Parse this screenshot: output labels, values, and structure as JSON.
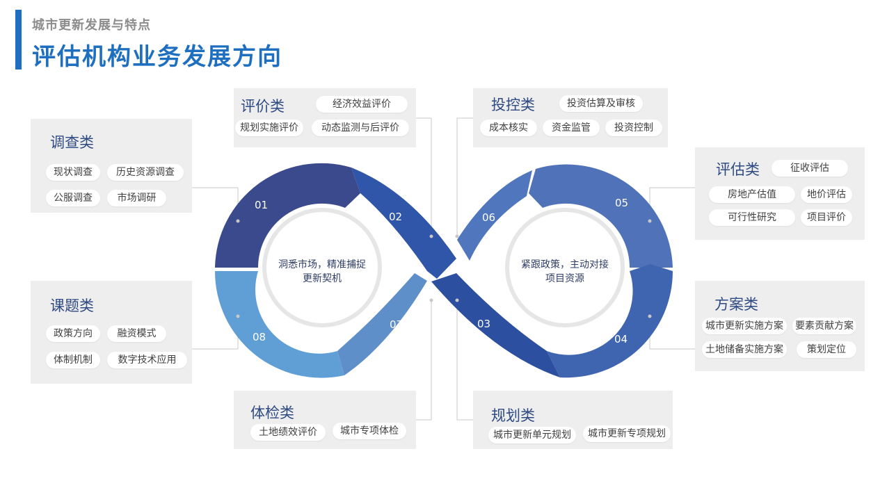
{
  "header": {
    "subtitle": "城市更新发展与特点",
    "title": "评估机构业务发展方向"
  },
  "colors": {
    "accent": "#1f6fc1",
    "dark_blue": "#3a4a8c",
    "mid_blue": "#2f56a8",
    "light_blue": "#5f9fd6",
    "box_bg": "#eeeeee"
  },
  "boxes": {
    "survey": {
      "title": "调查类",
      "items": [
        "现状调查",
        "历史资源调查",
        "公服调查",
        "市场调研"
      ]
    },
    "topic": {
      "title": "课题类",
      "items": [
        "政策方向",
        "融资模式",
        "体制机制",
        "数字技术应用"
      ]
    },
    "evaluation": {
      "title": "评价类",
      "items": [
        "经济效益评价",
        "规划实施评价",
        "动态监测与后评价"
      ]
    },
    "inspection": {
      "title": "体检类",
      "items": [
        "土地绩效评价",
        "城市专项体检"
      ]
    },
    "investment": {
      "title": "投控类",
      "items": [
        "投资估算及审核",
        "成本核实",
        "资金监管",
        "投资控制"
      ]
    },
    "planning": {
      "title": "规划类",
      "items": [
        "城市更新单元规划",
        "城市更新专项规划"
      ]
    },
    "assessment": {
      "title": "评估类",
      "items": [
        "征收评估",
        "房地产估值",
        "地价评估",
        "可行性研究",
        "项目评价"
      ]
    },
    "scheme": {
      "title": "方案类",
      "items": [
        "城市更新实施方案",
        "要素贡献方案",
        "土地储备实施方案",
        "策划定位"
      ]
    }
  },
  "infinity": {
    "left_center": [
      "洞悉市场，精准捕捉",
      "更新契机"
    ],
    "right_center": [
      "紧跟政策，主动对接",
      "项目资源"
    ],
    "segments": [
      "01",
      "02",
      "03",
      "04",
      "05",
      "06",
      "07",
      "08"
    ]
  }
}
